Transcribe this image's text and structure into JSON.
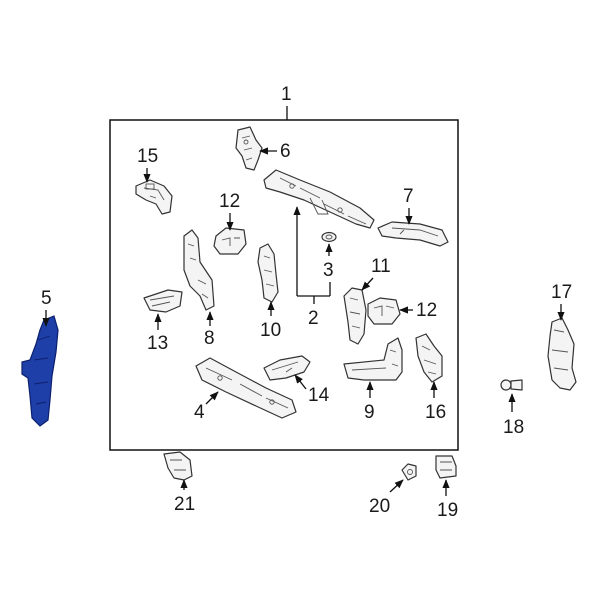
{
  "diagram": {
    "callouts": {
      "c1": "1",
      "c2": "2",
      "c3": "3",
      "c4": "4",
      "c5": "5",
      "c6": "6",
      "c7": "7",
      "c8": "8",
      "c9": "9",
      "c10": "10",
      "c11": "11",
      "c12a": "12",
      "c12b": "12",
      "c13": "13",
      "c14": "14",
      "c15": "15",
      "c16": "16",
      "c17": "17",
      "c18": "18",
      "c19": "19",
      "c20": "20",
      "c21": "21"
    },
    "colors": {
      "highlight": "#1f3fa8",
      "highlight_stroke": "#0c1f6e",
      "line": "#111111",
      "part_fill": "#f4f4f4"
    }
  }
}
